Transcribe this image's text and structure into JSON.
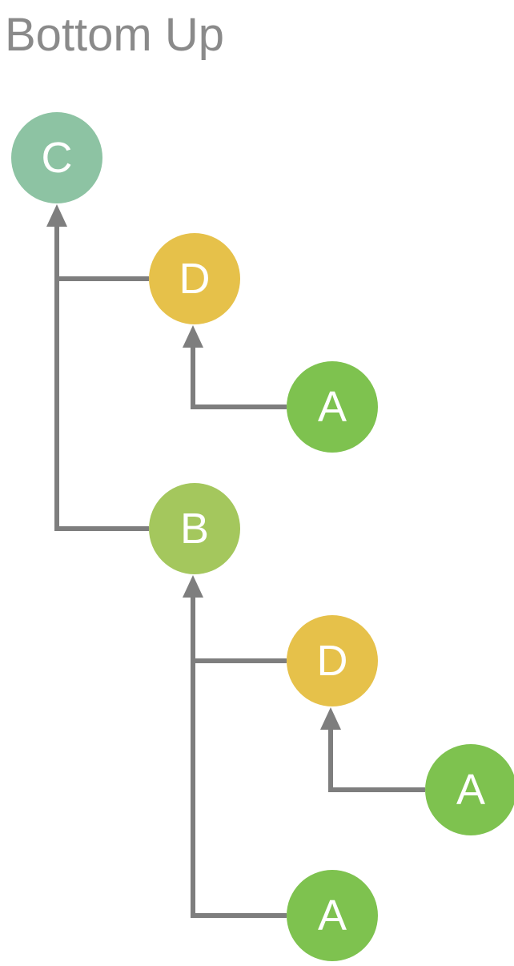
{
  "title": "Bottom Up",
  "colors": {
    "c-node": "#8dc3a3",
    "d-node": "#e6c14a",
    "a-node": "#7ec24f",
    "b-node": "#a4c75d",
    "line": "#7e7e7e",
    "title-text": "#8a8a8a",
    "node-text": "#ffffff"
  },
  "nodes": [
    {
      "id": "c",
      "label": "C"
    },
    {
      "id": "d1",
      "label": "D"
    },
    {
      "id": "a1",
      "label": "A"
    },
    {
      "id": "b",
      "label": "B"
    },
    {
      "id": "d2",
      "label": "D"
    },
    {
      "id": "a2",
      "label": "A"
    },
    {
      "id": "a3",
      "label": "A"
    }
  ],
  "edges": [
    {
      "from": "d1",
      "to": "c"
    },
    {
      "from": "b",
      "to": "c"
    },
    {
      "from": "a1",
      "to": "d1"
    },
    {
      "from": "d2",
      "to": "b"
    },
    {
      "from": "a3",
      "to": "b"
    },
    {
      "from": "a2",
      "to": "d2"
    }
  ]
}
